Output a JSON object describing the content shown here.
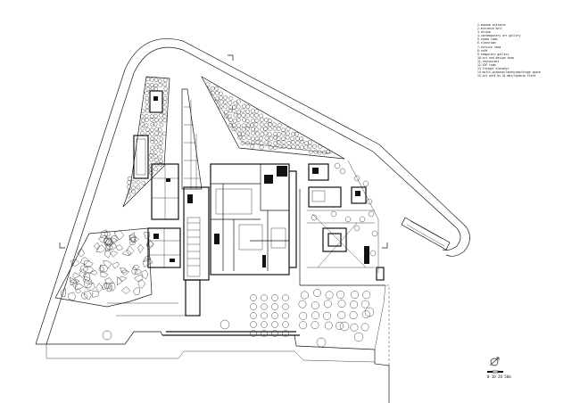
{
  "legend": {
    "items": [
      "1.museum entrance",
      "2.entrance hall",
      "3.atrium",
      "4.contemporary art gallery",
      "5.video room",
      "6.classroom",
      "7.service room",
      "8.café",
      "9.temporary gallery",
      "10.art and design shop",
      "11.restaurant",
      "12.VIP room",
      "13.freight elevator",
      "14.multi-purpose/landscape/stage space",
      "15.art work by Ai Wei/Ignacio Field"
    ]
  },
  "scale_label": "0 10 20 50m",
  "colors": {
    "ink": "#111111",
    "paper": "#ffffff"
  }
}
